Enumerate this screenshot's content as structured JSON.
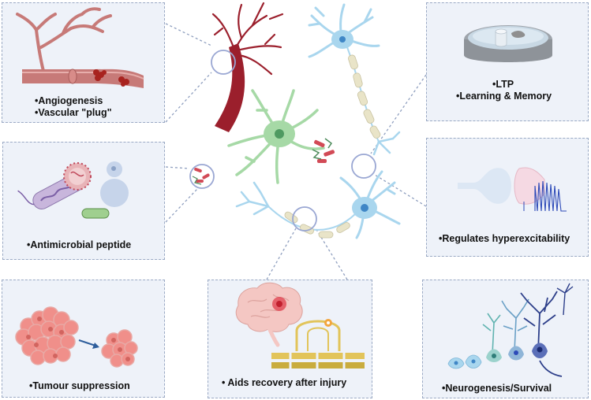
{
  "panels": {
    "angiogenesis": {
      "lines": [
        "•Angiogenesis",
        "•Vascular \"plug\""
      ]
    },
    "ltp": {
      "lines": [
        "•LTP",
        "•Learning & Memory"
      ]
    },
    "antimicrobial": {
      "label": "•Antimicrobial peptide"
    },
    "hyperexcitability": {
      "label": "•Regulates hyperexcitability"
    },
    "tumour": {
      "label": "•Tumour suppression"
    },
    "recovery": {
      "label": "• Aids recovery after injury"
    },
    "neurogenesis": {
      "label": "•Neurogenesis/Survival"
    }
  },
  "colors": {
    "panel_fill": "#eef2f9",
    "panel_border": "#9aa9c4",
    "neuron": "#a9d6ee",
    "neuron_nucleus": "#3f86c6",
    "blood_vessel": "#9b1f2c",
    "astrocyte": "#a6d9a6",
    "axon_myelin": "#e9e4c8",
    "tumour_cells": "#f08f8a",
    "brain": "#f4c7c3",
    "trace": "#2d4ab8"
  }
}
